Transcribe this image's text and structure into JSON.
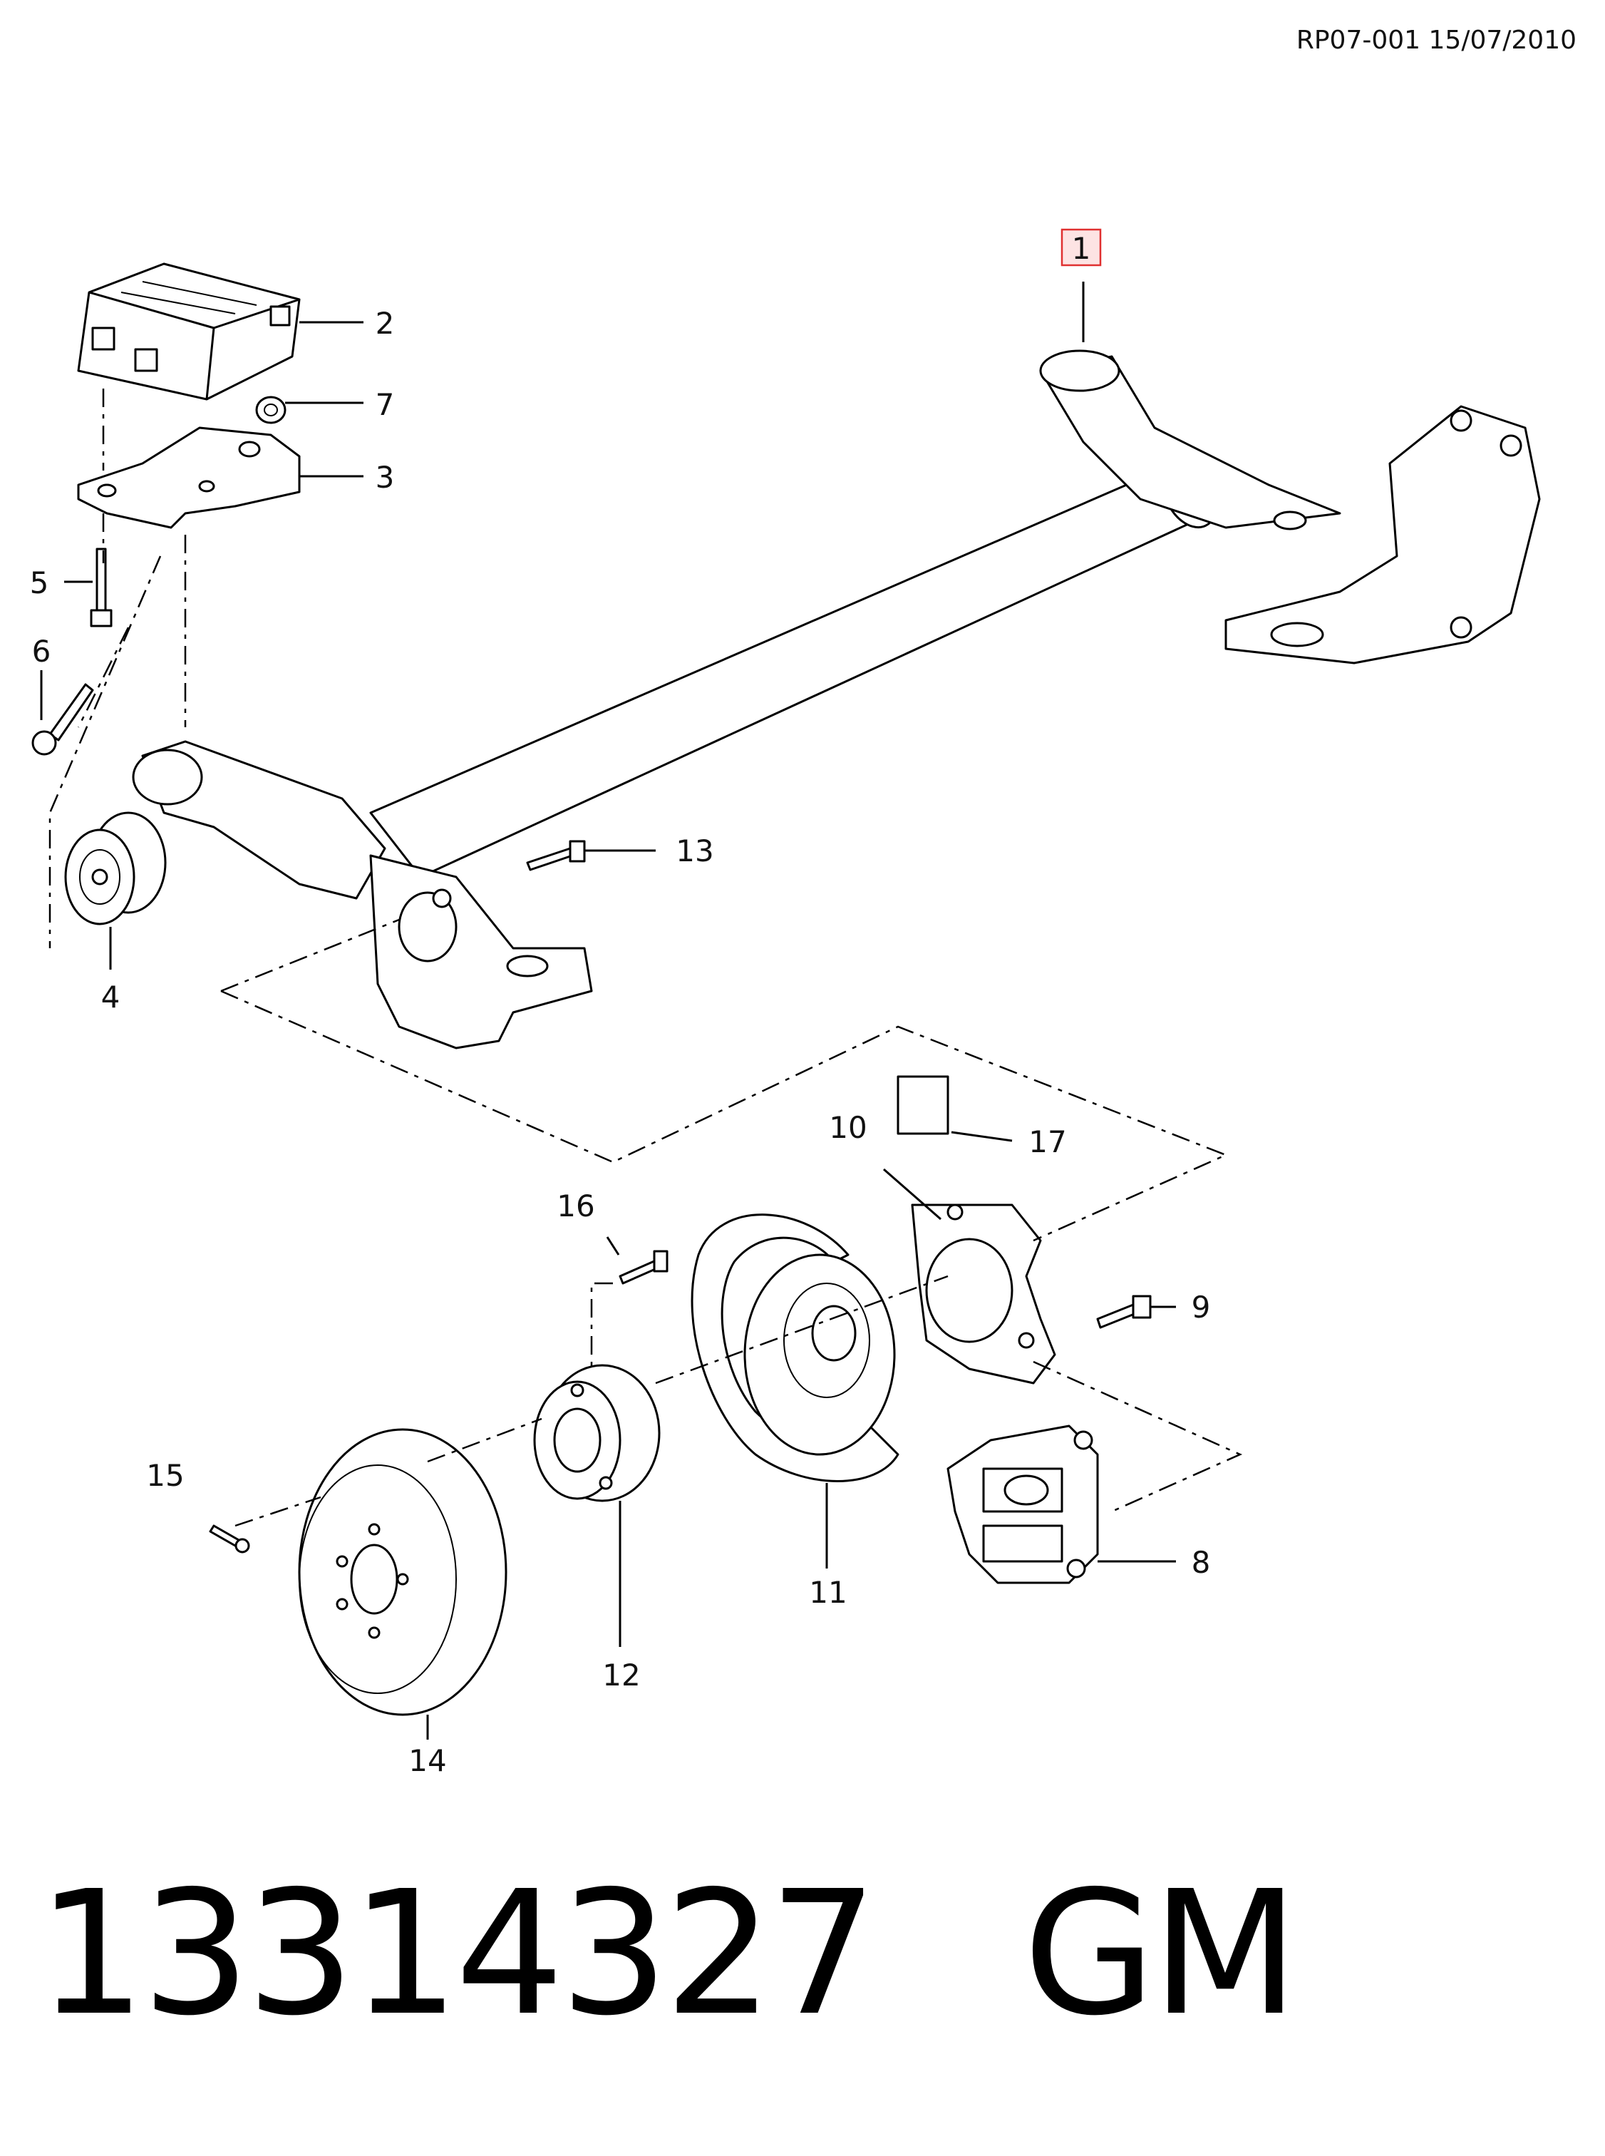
{
  "header": {
    "reference": "RP07-001 15/07/2010"
  },
  "footer": {
    "part_number": "13314327",
    "brand": "GM"
  },
  "callouts": {
    "c1": "1",
    "c2": "2",
    "c3": "3",
    "c4": "4",
    "c5": "5",
    "c6": "6",
    "c7": "7",
    "c8": "8",
    "c9": "9",
    "c10": "10",
    "c11": "11",
    "c12": "12",
    "c13": "13",
    "c14": "14",
    "c15": "15",
    "c16": "16",
    "c17": "17"
  },
  "highlight": {
    "callout": "1",
    "color": "#e03030",
    "fill": "#fde3e3"
  }
}
